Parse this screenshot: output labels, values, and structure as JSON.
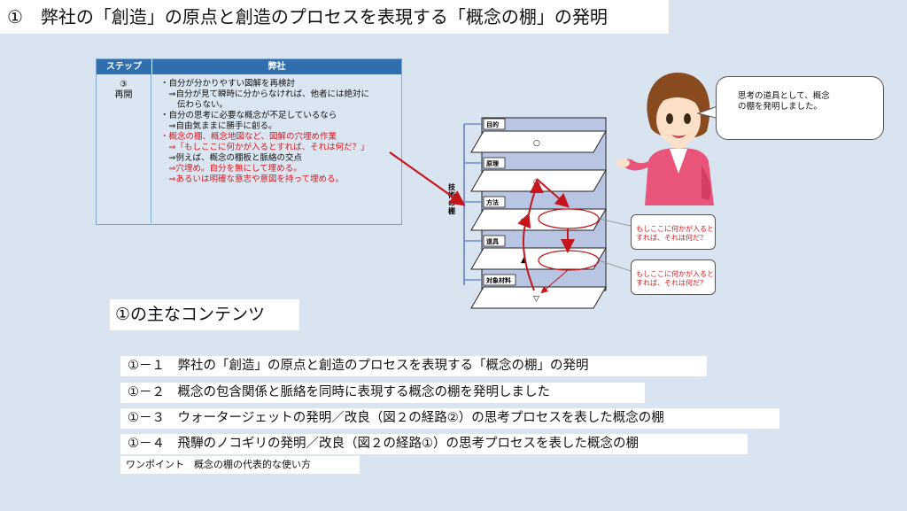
{
  "title": "①　弊社の「創造」の原点と創造のプロセスを表現する「概念の棚」の発明",
  "step_table": {
    "header_step": "ステップ",
    "header_company": "弊社",
    "step_number": "③",
    "step_name": "再開",
    "lines": [
      {
        "text": "・自分が分かりやすい図解を再検討",
        "color": "#111111"
      },
      {
        "text": "　⇒自分が見て瞬時に分からなければ、他者には絶対に",
        "color": "#111111"
      },
      {
        "text": "　　伝わらない。",
        "color": "#111111"
      },
      {
        "text": "・自分の思考に必要な概念が不足しているなら",
        "color": "#111111"
      },
      {
        "text": "　⇒自由気ままに勝手に創る。",
        "color": "#111111"
      },
      {
        "text": "・概念の棚、概念地図など、図解の穴埋め作業",
        "color": "#e0161b"
      },
      {
        "text": "　⇒「もしここに何かが入るとすれば、それは何だ？」",
        "color": "#e0161b"
      },
      {
        "text": "　⇒例えば、概念の棚板と脈絡の交点",
        "color": "#111111"
      },
      {
        "text": "　⇒穴埋め。自分を無にして埋める。",
        "color": "#e0161b"
      },
      {
        "text": "　⇒あるいは明確な意志や意図を持って埋める。",
        "color": "#e0161b"
      }
    ]
  },
  "diagram": {
    "axis_label": "技術の棚",
    "shelves": [
      {
        "label": "目的",
        "symbol": "○"
      },
      {
        "label": "原理",
        "symbol": "◎"
      },
      {
        "label": "方法",
        "symbol": "△"
      },
      {
        "label": "道具",
        "symbol": "▲"
      },
      {
        "label": "対象材料",
        "symbol": "▽"
      }
    ],
    "note_1_line1": "もしここに何かが入ると",
    "note_1_line2": "すれば、それは何だ？",
    "note_2_line1": "もしここに何かが入ると",
    "note_2_line2": "すれば、それは何だ？"
  },
  "speech": {
    "line1": "思考の道具として、概念",
    "line2": "の棚を発明しました。"
  },
  "main_heading": "①の主なコンテンツ",
  "contents": [
    "①－１　弊社の「創造」の原点と創造のプロセスを表現する「概念の棚」の発明",
    "①－２　概念の包含関係と脈絡を同時に表現する概念の棚を発明しました",
    "①－３　ウォータージェットの発明／改良（図２の経路②）の思考プロセスを表した概念の棚",
    "①－４　飛騨のノコギリの発明／改良（図２の経路①）の思考プロセスを表した概念の棚"
  ],
  "one_point": "ワンポイント　概念の棚の代表的な使い方",
  "colors": {
    "accent": "#e0161b",
    "header": "#2f6fae",
    "shelf_side": "#b8c6e4"
  }
}
